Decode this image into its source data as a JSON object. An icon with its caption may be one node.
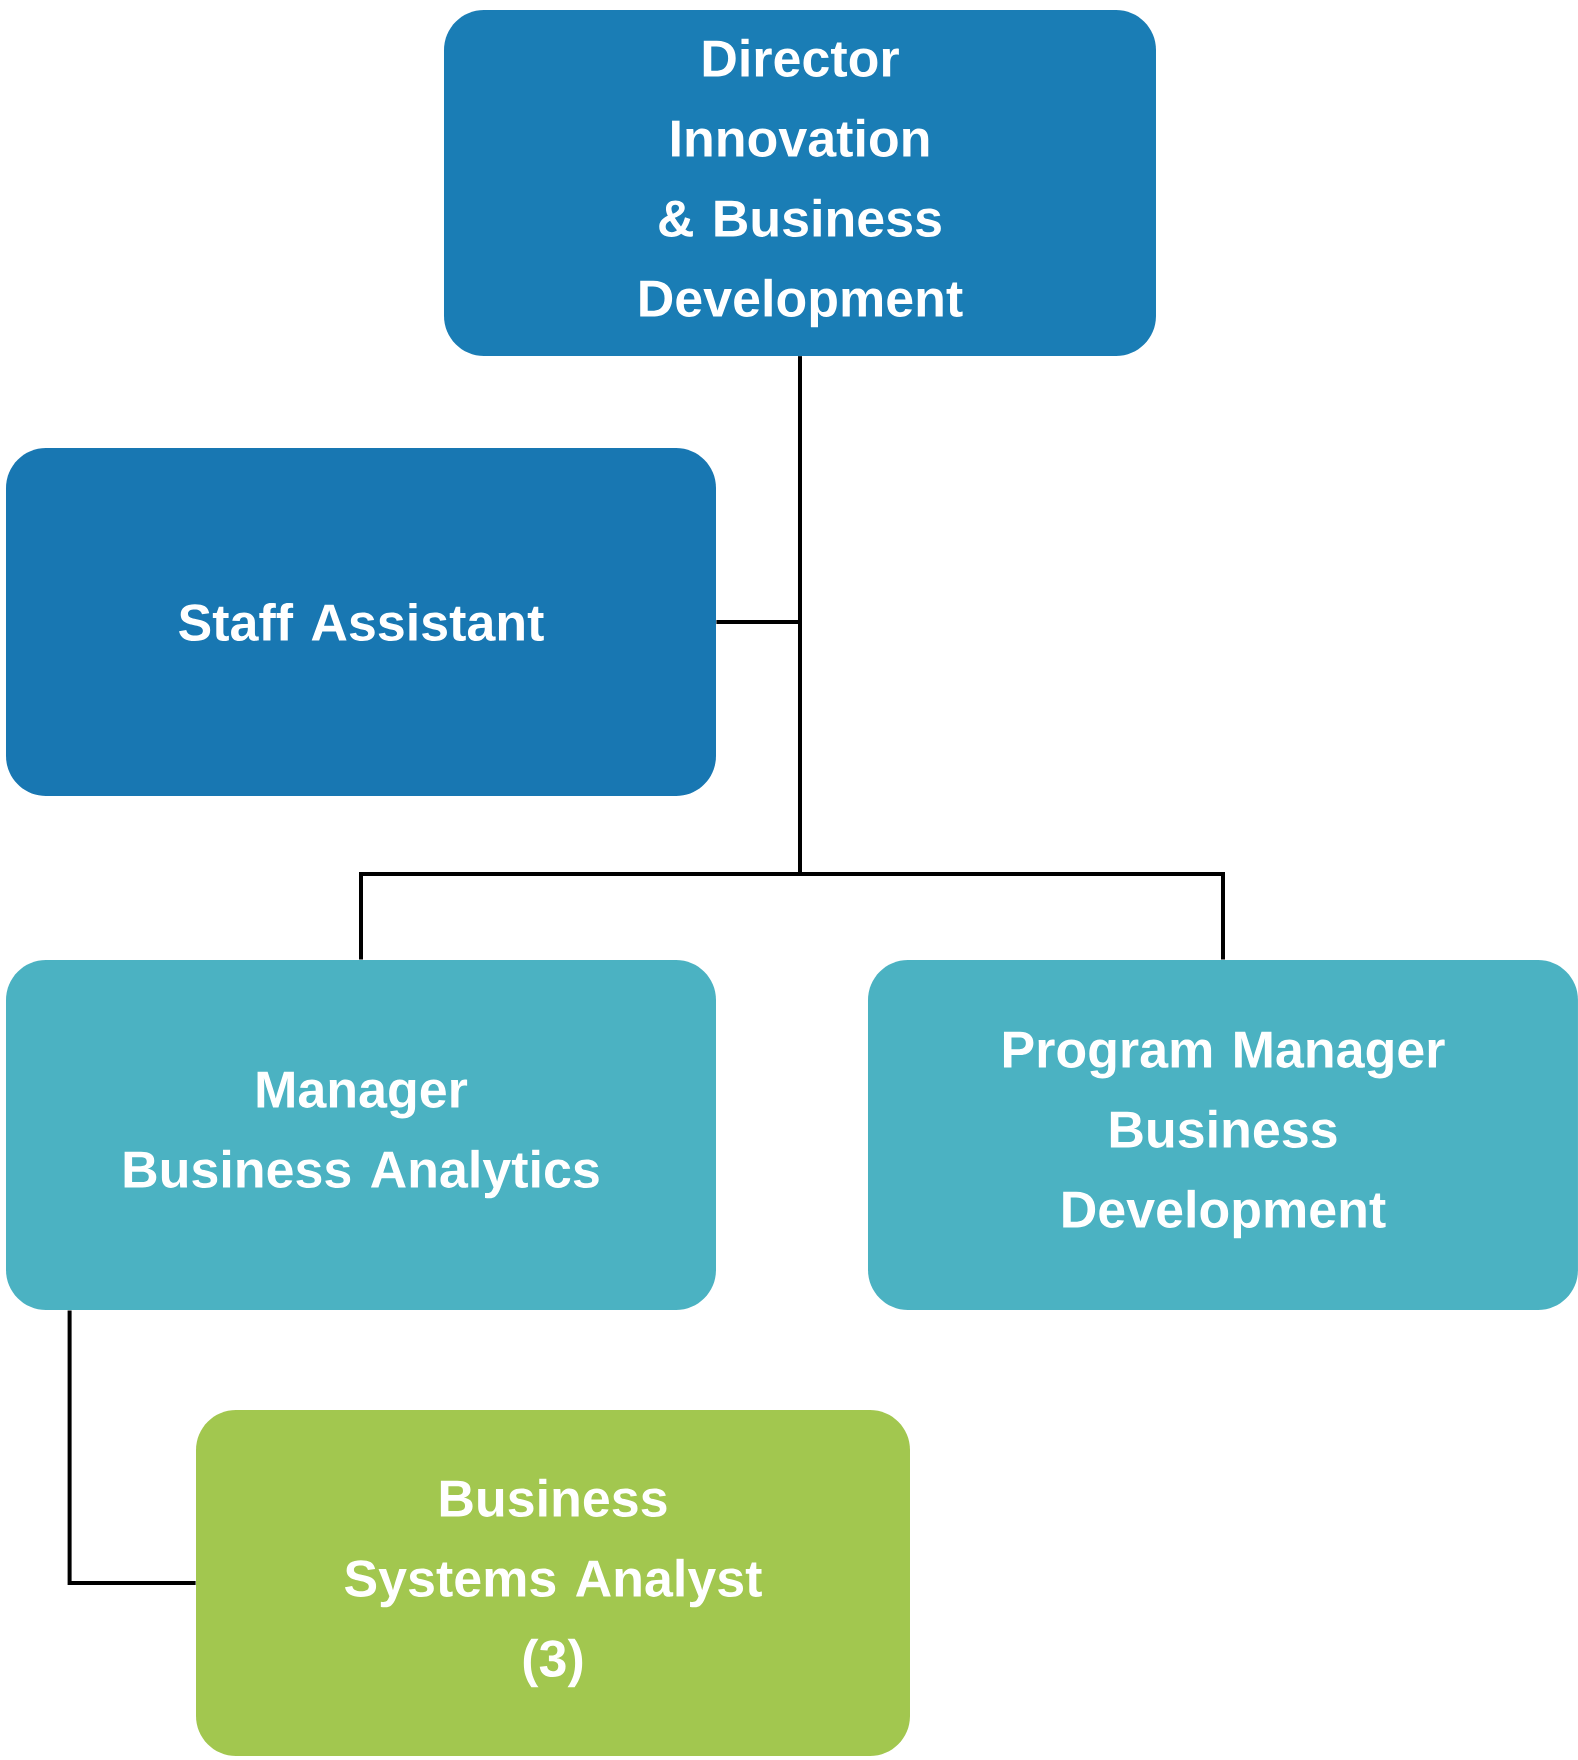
{
  "diagram": {
    "nodes": [
      {
        "text": [
          "Director",
          "Innovation & Business Development"
        ]
      },
      {
        "text": [
          "Staff Assistant"
        ]
      },
      {
        "text": [
          "Manager",
          "Business Analytics"
        ]
      },
      {
        "text": [
          "Program Manager",
          "Business Development"
        ]
      },
      {
        "text": [
          "Business Systems Analyst",
          "(3)"
        ]
      }
    ],
    "edges": [
      {
        "from": 0,
        "to": 1,
        "arrow": "none"
      },
      {
        "from": 0,
        "to": 2,
        "arrow": "none"
      },
      {
        "from": 0,
        "to": 3,
        "arrow": "none"
      },
      {
        "from": 2,
        "to": 4,
        "arrow": "none"
      }
    ]
  }
}
